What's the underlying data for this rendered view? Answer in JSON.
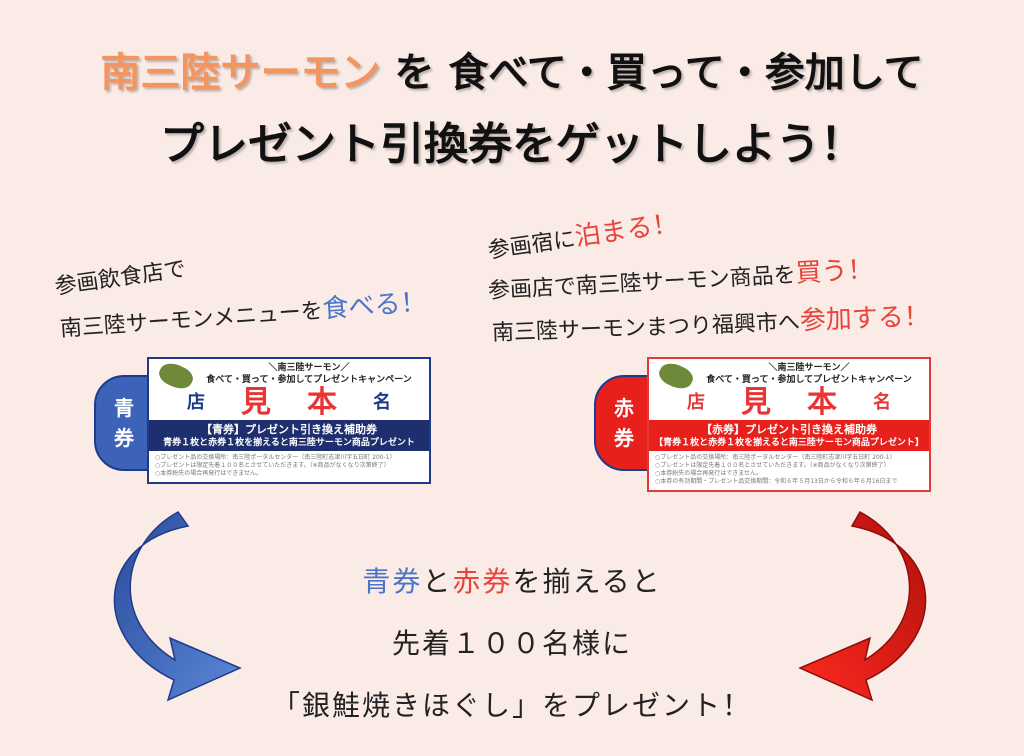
{
  "headline": {
    "line1_highlight": "南三陸サーモン",
    "line1_rest": " を 食べて・買って・参加して",
    "line2": "プレゼント引換券をゲットしよう！"
  },
  "left_caption": {
    "line1": "参画飲食店で",
    "line2_pre": "南三陸サーモンメニューを",
    "line2_em": "食べる！"
  },
  "right_caption": {
    "line1_pre": "参画宿に",
    "line1_em": "泊まる！",
    "line2_pre": "参画店で南三陸サーモン商品を",
    "line2_em": "買う！",
    "line3_pre": "南三陸サーモンまつり福興市へ",
    "line3_em": "参加する！"
  },
  "tickets": [
    {
      "tab": [
        "青",
        "券"
      ],
      "color": "#1f3a8a",
      "tab_color": "#3d63b8",
      "header": "＼南三陸サーモン／",
      "campaign": "食べて・買って・参加してプレゼントキャンペーン",
      "store": [
        "店",
        "名"
      ],
      "stamp": [
        "見",
        "本"
      ],
      "band1": "【青券】プレゼント引き換え補助券",
      "band2": "青券１枚と赤券１枚を揃えると南三陸サーモン商品プレゼント",
      "fine": [
        "○プレゼント品の交換場所：南三陸ポータルセンター（南三陸町志津川字五日町 200-1）",
        "○プレゼントは限定先着１００名とさせていただきます。（※商品がなくなり次第終了）",
        "○本券紛失の場合再発行はできません。"
      ]
    },
    {
      "tab": [
        "赤",
        "券"
      ],
      "color": "#e53935",
      "tab_color": "#e8201c",
      "header": "＼南三陸サーモン／",
      "campaign": "食べて・買って・参加してプレゼントキャンペーン",
      "store": [
        "店",
        "名"
      ],
      "stamp": [
        "見",
        "本"
      ],
      "band1": "【赤券】プレゼント引き換え補助券",
      "band2": "【青券１枚と赤券１枚を揃えると南三陸サーモン商品プレゼント】",
      "fine": [
        "○プレゼント品の交換場所：南三陸ポータルセンター（南三陸町志津川字五日町 200-1）",
        "○プレゼントは限定先着１００名とさせていただきます。（※商品がなくなり次第終了）",
        "○本券紛失の場合再発行はできません。",
        "○本券の有効期間・プレゼント品交換期間：令和６年５月13日から令和６年６月16日まで"
      ]
    }
  ],
  "bottom": {
    "line1_blue": "青券",
    "line1_mid": "と",
    "line1_red": "赤券",
    "line1_rest": "を揃えると",
    "line2": "先着１００名様に",
    "line3": "「銀鮭焼きほぐし」をプレゼント！"
  }
}
